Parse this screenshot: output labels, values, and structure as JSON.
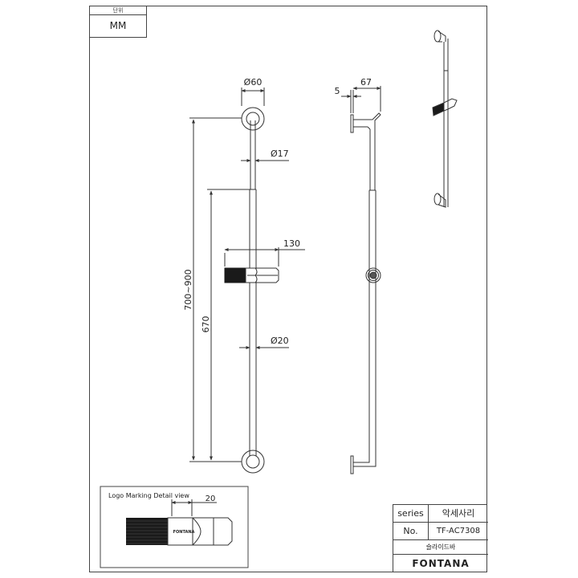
{
  "unit_box": {
    "header": "단위",
    "value": "MM"
  },
  "dimensions": {
    "flange_diameter": "Ø60",
    "bar_top_diameter": "Ø17",
    "bar_bottom_diameter": "Ø20",
    "holder_length": "130",
    "total_height": "700~900",
    "slide_length": "670",
    "side_offset": "5",
    "side_depth": "67",
    "logo_offset": "20"
  },
  "logo_detail": {
    "title": "Logo Marking Detail view",
    "mark_text": "FONTANA"
  },
  "title_block": {
    "series_label": "series",
    "series_value": "악세사리",
    "no_label": "No.",
    "no_value": "TF-AC7308",
    "product_name": "슬라이드바",
    "brand": "FONTANA"
  },
  "colors": {
    "line": "#333333",
    "grip": "#1a1a1a",
    "paper": "#ffffff"
  }
}
